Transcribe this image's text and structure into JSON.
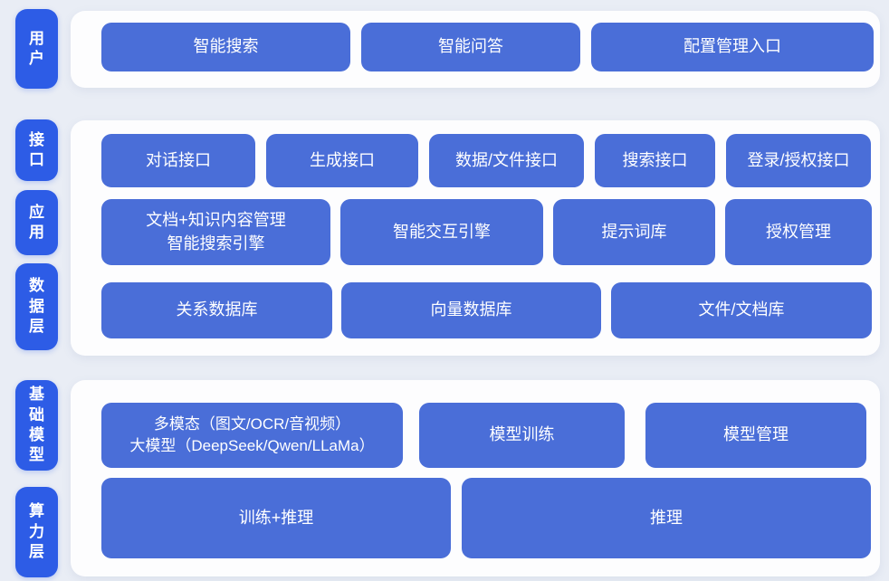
{
  "colors": {
    "page_bg": "#e9edf5",
    "panel_bg": "#fdfdfe",
    "pill_blue": "#2d5ce6",
    "button_blue": "#4a6ed8",
    "text_white": "#ffffff"
  },
  "sections": [
    {
      "id": "user-layer",
      "rows": [
        {
          "pill": {
            "label": "用户"
          },
          "buttons": [
            {
              "label": "智能搜索"
            },
            {
              "label": "智能问答"
            },
            {
              "label": "配置管理入口"
            }
          ]
        }
      ]
    },
    {
      "id": "interface-app-data-layers",
      "rows": [
        {
          "pill": {
            "label": "接口"
          },
          "buttons": [
            {
              "label": "对话接口"
            },
            {
              "label": "生成接口"
            },
            {
              "label": "数据/文件接口"
            },
            {
              "label": "搜索接口"
            },
            {
              "label": "登录/授权接口"
            }
          ]
        },
        {
          "pill": {
            "label": "应用"
          },
          "buttons": [
            {
              "label": "文档+知识内容管理\n智能搜索引擎"
            },
            {
              "label": "智能交互引擎"
            },
            {
              "label": "提示词库"
            },
            {
              "label": "授权管理"
            }
          ]
        },
        {
          "pill": {
            "label": "数据层"
          },
          "buttons": [
            {
              "label": "关系数据库"
            },
            {
              "label": "向量数据库"
            },
            {
              "label": "文件/文档库"
            }
          ]
        }
      ]
    },
    {
      "id": "model-compute-layers",
      "rows": [
        {
          "pill": {
            "label": "基础模型"
          },
          "buttons": [
            {
              "label": "多模态（图文/OCR/音视频）\n大模型（DeepSeek/Qwen/LLaMa）"
            },
            {
              "label": "模型训练"
            },
            {
              "label": "模型管理"
            }
          ]
        },
        {
          "pill": {
            "label": "算力层"
          },
          "buttons": [
            {
              "label": "训练+推理"
            },
            {
              "label": "推理"
            }
          ]
        }
      ]
    }
  ]
}
